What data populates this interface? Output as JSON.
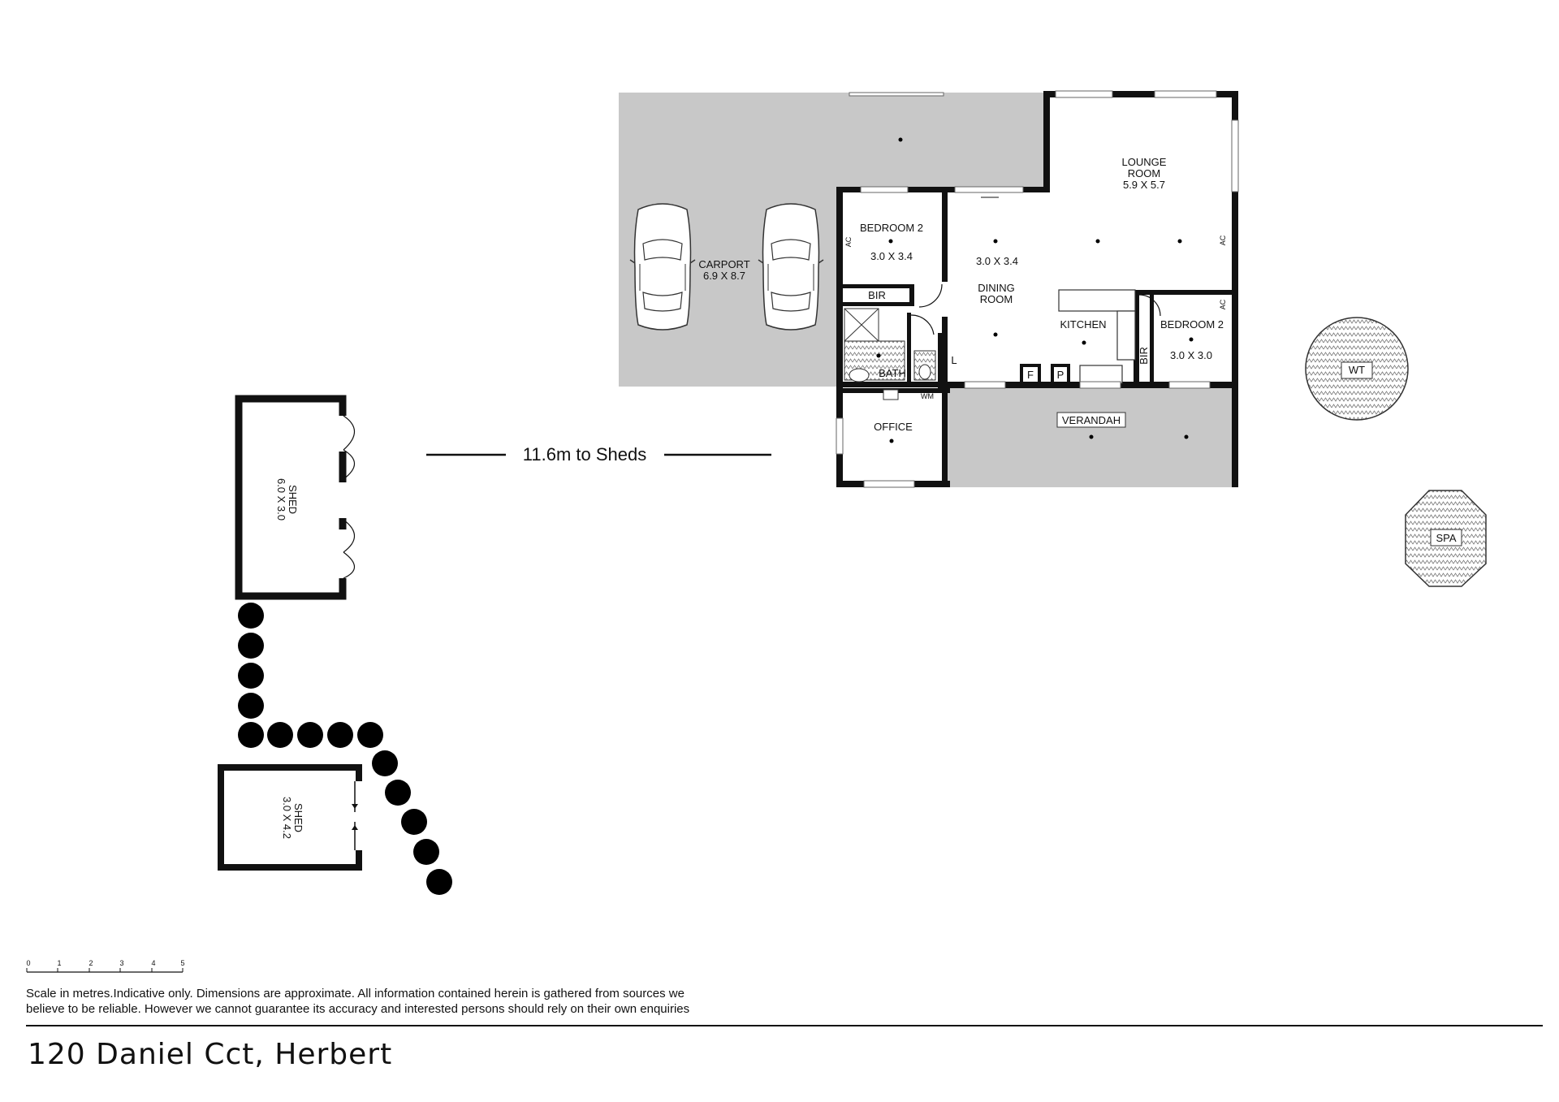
{
  "rooms": {
    "carport": {
      "name": "CARPORT",
      "size": "6.9 X 8.7"
    },
    "bedroom_left": {
      "name": "BEDROOM 2",
      "size": "3.0 X 3.4"
    },
    "dining": {
      "size": "3.0 X 3.4",
      "name": "DINING",
      "name2": "ROOM"
    },
    "lounge": {
      "name": "LOUNGE",
      "name2": "ROOM",
      "size": "5.9 X 5.7"
    },
    "kitchen": {
      "name": "KITCHEN"
    },
    "bedroom_right": {
      "name": "BEDROOM 2",
      "size": "3.0 X 3.0"
    },
    "bir_left": {
      "name": "BIR"
    },
    "bir_right": {
      "name": "BIR"
    },
    "bath": {
      "name": "BATH"
    },
    "laundry": {
      "name": "L"
    },
    "wm": {
      "name": "WM"
    },
    "fridge": {
      "name": "F"
    },
    "pantry": {
      "name": "P"
    },
    "office": {
      "name": "OFFICE"
    },
    "verandah": {
      "name": "VERANDAH"
    },
    "ac1": {
      "name": "AC"
    },
    "ac2": {
      "name": "AC"
    },
    "ac3": {
      "name": "AC"
    },
    "shed_large": {
      "name": "SHED",
      "size": "6.0 X 3.0"
    },
    "shed_small": {
      "name": "SHED",
      "size": "3.0 X 4.2"
    },
    "water_tank": {
      "name": "WT"
    },
    "spa": {
      "name": "SPA"
    }
  },
  "distance_label": "11.6m to Sheds",
  "scale": {
    "ticks": [
      "0",
      "1",
      "2",
      "3",
      "4",
      "5"
    ]
  },
  "disclaimer": {
    "line1": "Scale in metres.Indicative only. Dimensions are approximate. All information contained herein is gathered from sources we",
    "line2": "believe to be reliable. However we cannot guarantee its accuracy and interested persons should rely on their own enquiries"
  },
  "address": "120 Daniel Cct, Herbert",
  "colors": {
    "floor_grey": "#c8c8c8",
    "wall": "#111111"
  }
}
